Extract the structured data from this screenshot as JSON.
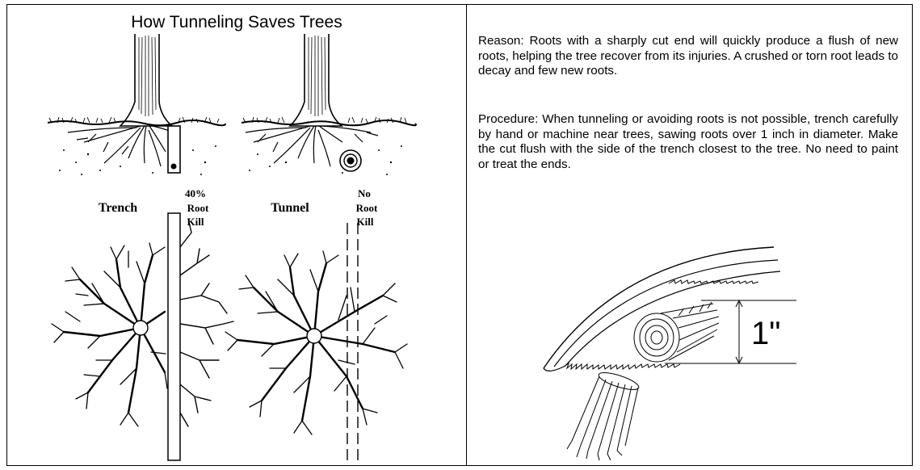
{
  "left_panel": {
    "title": "How Tunneling Saves Trees",
    "trench_label": "Trench",
    "trench_kill": [
      "40%",
      "Root",
      "Kill"
    ],
    "tunnel_label": "Tunnel",
    "tunnel_kill": [
      "No",
      "Root",
      "Kill"
    ]
  },
  "right_panel": {
    "reason": "Reason: Roots with a sharply cut end will quickly produce a flush of new roots, helping the tree recover from its injuries. A crushed or torn root leads to decay and few new roots.",
    "procedure": "Procedure: When tunneling or avoiding roots is not possible, trench carefully by hand or machine near trees, sawing roots over 1 inch in diameter. Make the cut flush with the side of the trench closest to the tree. No need to paint or treat the ends.",
    "measurement_label": "1\""
  }
}
